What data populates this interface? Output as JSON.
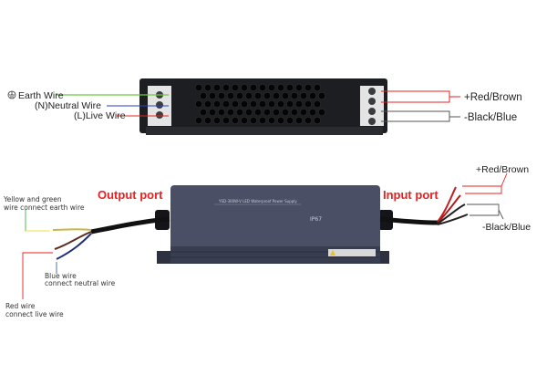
{
  "top_diagram": {
    "left_labels": {
      "earth": "Earth Wire",
      "neutral": "(N)Neutral Wire",
      "live": "(L)Live Wire"
    },
    "right_labels": {
      "positive": "+Red/Brown",
      "negative": "-Black/Blue"
    }
  },
  "bottom_diagram": {
    "output_port": "Output port",
    "input_port": "Input port",
    "positive": "+Red/Brown",
    "negative": "-Black/Blue",
    "earth_note": [
      "Yellow and green",
      "wire connect earth wire"
    ],
    "neutral_note": [
      "Blue wire",
      "connect neutral wire"
    ],
    "live_note": [
      "Red wire",
      "connect live wire"
    ],
    "device_model": "YSD-300W-V LED Waterproof Power Supply",
    "device_rating": "IP67"
  },
  "colors": {
    "red": "#e8201f",
    "green": "#3db33d",
    "blue": "#2a3fbf",
    "gray": "#555555"
  }
}
